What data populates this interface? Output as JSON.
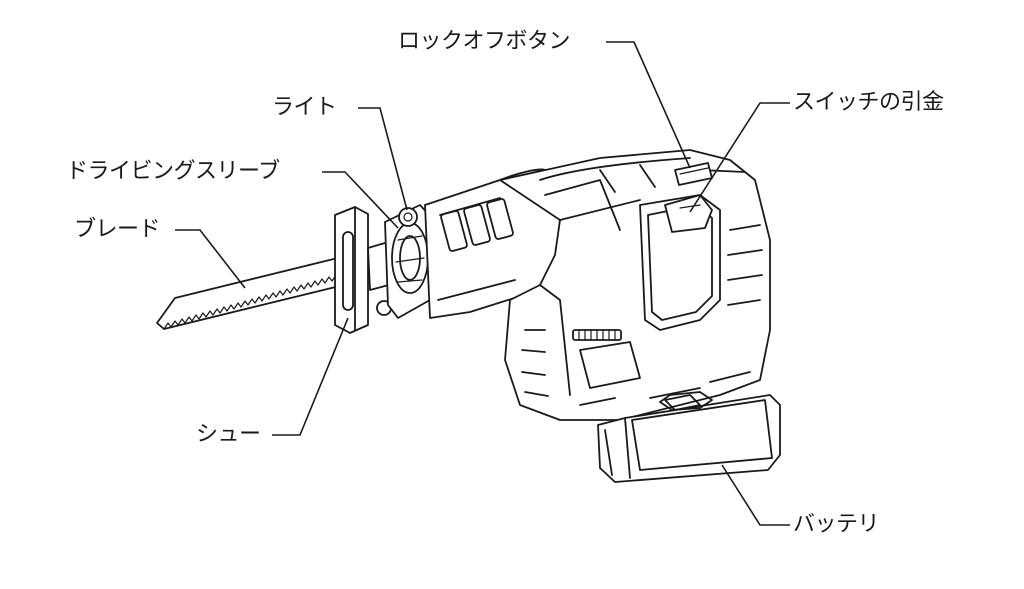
{
  "labels": {
    "lock_off_button": "ロックオフボタン",
    "light": "ライト",
    "switch_trigger": "スイッチの引金",
    "driving_sleeve": "ドライビングスリーブ",
    "blade": "ブレード",
    "shoe": "シュー",
    "battery": "バッテリ"
  },
  "colors": {
    "line": "#1a1a1a",
    "background": "#ffffff"
  }
}
